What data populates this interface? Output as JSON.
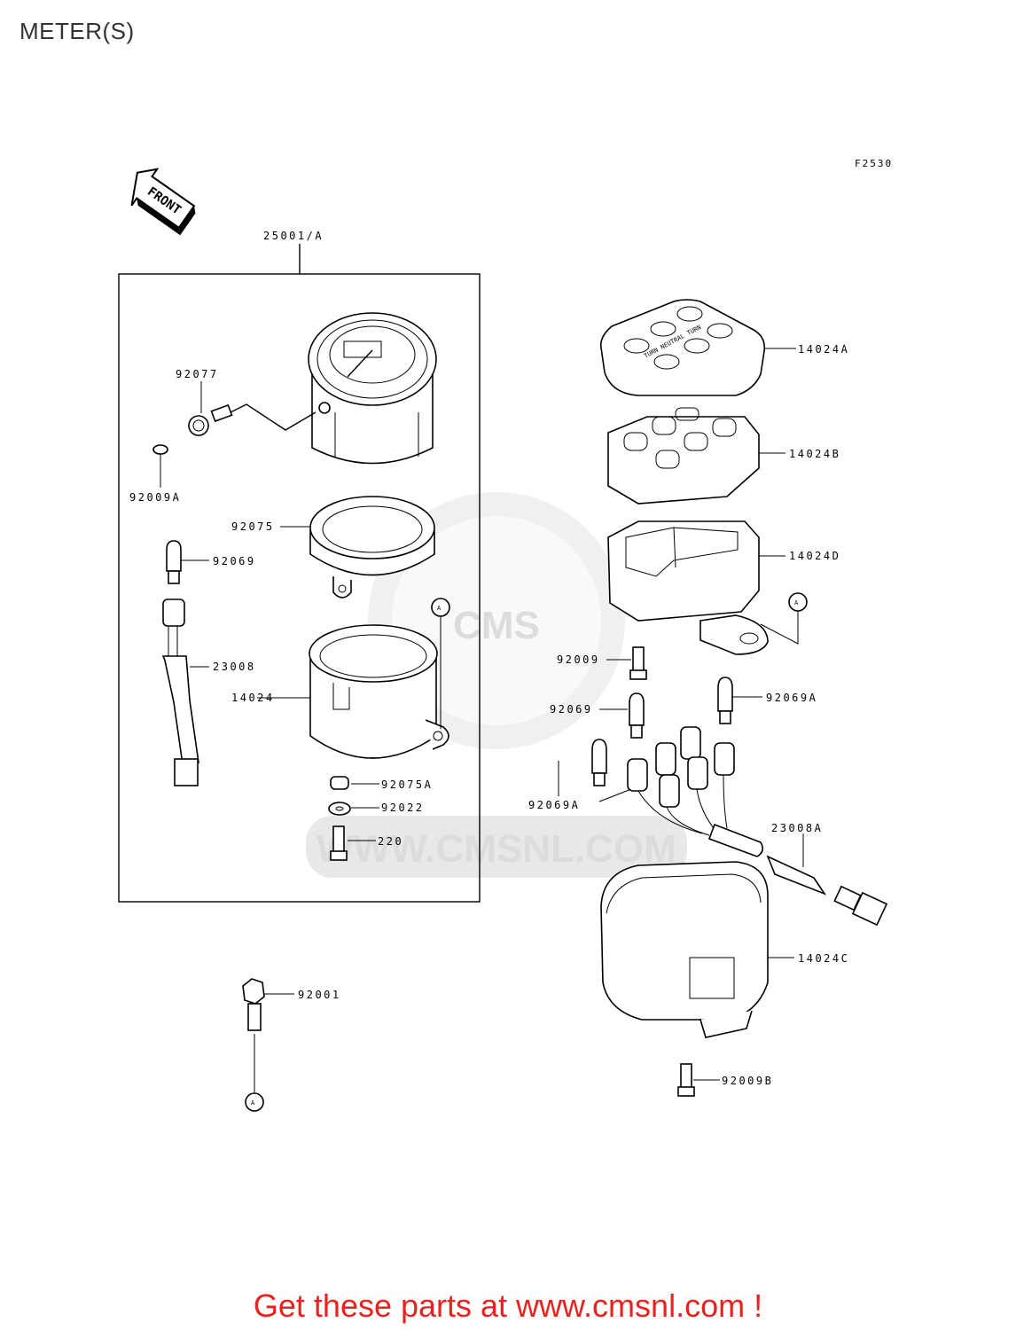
{
  "page": {
    "title": "METER(S)",
    "figure_code": "F2530",
    "footer": "Get these parts at www.cmsnl.com !"
  },
  "front_arrow": "FRONT",
  "watermark": {
    "text": "WWW.CMSNL.COM",
    "logo": "CMS"
  },
  "assembly": {
    "label": "25001/A"
  },
  "callout_marker": "A",
  "indicator_labels": "TURN NEUTRAL TURN",
  "parts": [
    {
      "id": "92077",
      "label": "92077"
    },
    {
      "id": "92009A",
      "label": "92009A"
    },
    {
      "id": "92075",
      "label": "92075"
    },
    {
      "id": "92069",
      "label": "92069"
    },
    {
      "id": "23008",
      "label": "23008"
    },
    {
      "id": "14024",
      "label": "14024"
    },
    {
      "id": "92075A",
      "label": "92075A"
    },
    {
      "id": "92022",
      "label": "92022"
    },
    {
      "id": "220",
      "label": "220"
    },
    {
      "id": "92001",
      "label": "92001"
    },
    {
      "id": "14024A",
      "label": "14024A"
    },
    {
      "id": "14024B",
      "label": "14024B"
    },
    {
      "id": "14024D",
      "label": "14024D"
    },
    {
      "id": "92009",
      "label": "92009"
    },
    {
      "id": "92069-r",
      "label": "92069"
    },
    {
      "id": "92069A",
      "label": "92069A"
    },
    {
      "id": "92069A-l",
      "label": "92069A"
    },
    {
      "id": "23008A",
      "label": "23008A"
    },
    {
      "id": "14024C",
      "label": "14024C"
    },
    {
      "id": "92009B",
      "label": "92009B"
    }
  ]
}
